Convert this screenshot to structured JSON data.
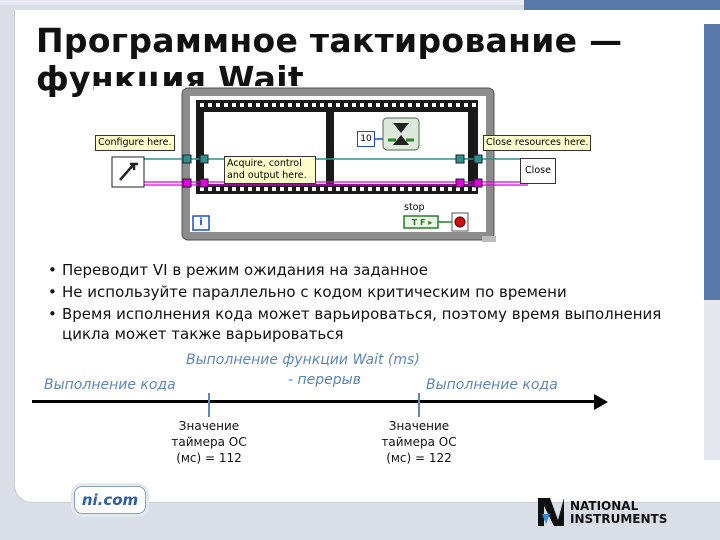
{
  "slide": {
    "title_line1": "Программное тактирование —",
    "title_line2": "функция Wait"
  },
  "diagram": {
    "configure_label": "Configure here.",
    "acquire_label": "Acquire, control and output here.",
    "close_label": "Close resources here.",
    "close_func": "Close",
    "wait_constant": "10",
    "stop_label": "stop",
    "bool_label": "T F ▸",
    "iteration_label": "i"
  },
  "bullets": [
    "Переводит VI в режим ожидания на заданное",
    "Не используйте параллельно с кодом критическим по времени",
    "Время исполнения кода может варьироваться, поэтому время выполнения цикла может также варьироваться"
  ],
  "timeline": {
    "wait_label_line1": "Выполнение функции Wait (ms)",
    "wait_label_line2": "- перерыв",
    "code_left": "Выполнение кода",
    "code_right": "Выполнение кода",
    "marker1_line1": "Значение",
    "marker1_line2": "таймера ОС",
    "marker1_line3": "(мс) = 112",
    "marker2_line1": "Значение",
    "marker2_line2": "таймера  ОС",
    "marker2_line3": "(мс) = 122"
  },
  "footer": {
    "ni_link": "ni.com",
    "logo_line1": "NATIONAL",
    "logo_line2": "INSTRUMENTS"
  },
  "colors": {
    "accent_blue": "#5878a9",
    "timeline_text": "#5f86b7",
    "error_wire": "#e000e0",
    "ref_wire": "#2f8f8f"
  }
}
